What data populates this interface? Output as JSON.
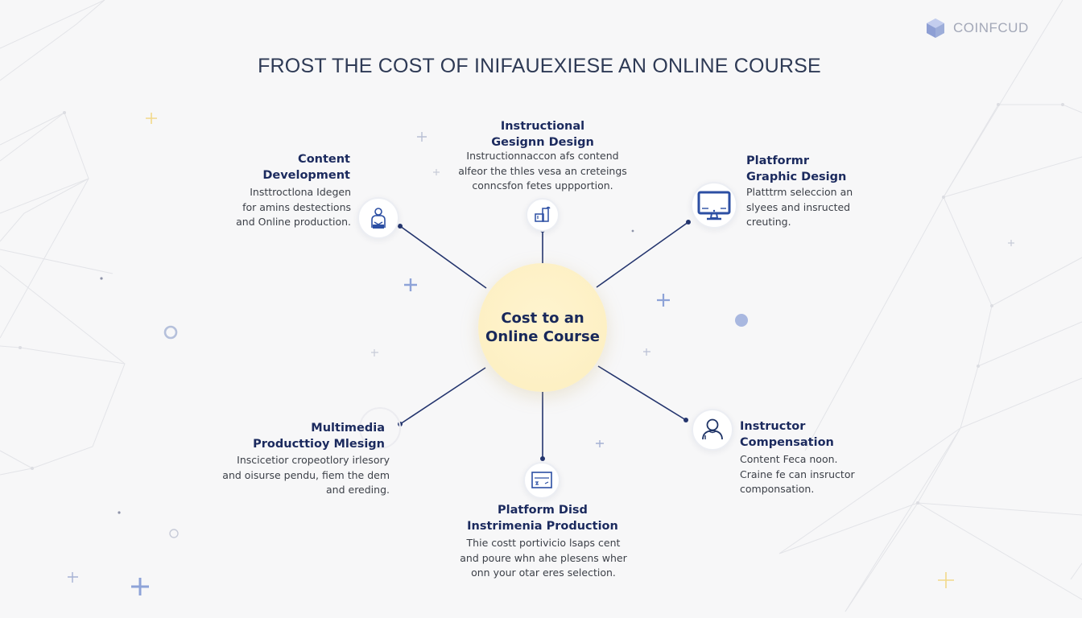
{
  "brand": {
    "logo_text": "COINFCUD",
    "logo_icon": "cube-icon",
    "logo_color": "#8e9fd4"
  },
  "title": "FROST THE COST OF INIFAUEXIESE AN ONLINE COURSE",
  "hub": {
    "label": "Cost to an\nOnline Course",
    "fill": "#fdf0c4",
    "text_color": "#18285a"
  },
  "colors": {
    "accent": "#1e3a8a",
    "icon_blue": "#2c4fa3",
    "connector": "#24356e",
    "background": "#f7f7f8",
    "sparkle_blue": "#8ea3d8",
    "sparkle_yellow": "#f2d98a"
  },
  "nodes": [
    {
      "id": "content-development",
      "title": "Content\nDevelopment",
      "description": "Insttroctlona Idegen\nfor amins destections\nand Online production.",
      "icon": "person-at-desk-icon"
    },
    {
      "id": "instructional-design",
      "title": "Instructional\nGesignn Design",
      "description": "Instructionnaccon afs contend\nalfeor the thles vesa an creteings\nconncsfon fetes uppportion.",
      "icon": "design-blocks-icon"
    },
    {
      "id": "platform-graphic-design",
      "title": "Platformr\nGraphic Design",
      "description": "Platttrm seleccion an\nslyees and insructed\ncreuting.",
      "icon": "monitor-icon"
    },
    {
      "id": "multimedia-production",
      "title": "Multimedia\nProducttioy Mlesign",
      "description": "Inscicetior cropeotlory irlesory\nand oisurse pendu, fiem the dem\nand ereding.",
      "icon": "none"
    },
    {
      "id": "platform-multimedia-production",
      "title": "Platform Disd\nInstrimenia Production",
      "description": "Thie costt portivicio lsaps cent\nand poure  whn ahe plesens wher\nonn your otar eres selection.",
      "icon": "window-card-icon"
    },
    {
      "id": "instructor-compensation",
      "title": "Instructor\nCompensation",
      "description": "Content Feca noon.\nCraine fe can insructor\ncomponsation.",
      "icon": "user-icon"
    }
  ]
}
